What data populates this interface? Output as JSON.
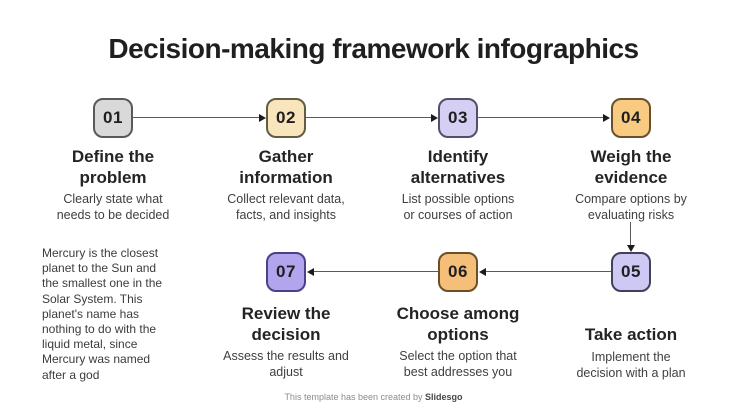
{
  "title": "Decision-making framework infographics",
  "colors": {
    "background": "#ffffff",
    "title_text": "#1f1f1f",
    "heading_text": "#242424",
    "body_text": "#3f3f3f",
    "connector": "#5a5a5a"
  },
  "steps": [
    {
      "number": "01",
      "title": "Define the\nproblem",
      "description": "Clearly state what\nneeds to be decided",
      "fill": "#d9d9d9",
      "border": "#595959"
    },
    {
      "number": "02",
      "title": "Gather\ninformation",
      "description": "Collect relevant data,\nfacts, and insights",
      "fill": "#f9e5bc",
      "border": "#635c45"
    },
    {
      "number": "03",
      "title": "Identify\nalternatives",
      "description": "List possible options\nor courses of action",
      "fill": "#d5cff4",
      "border": "#52506b"
    },
    {
      "number": "04",
      "title": "Weigh the\nevidence",
      "description": "Compare options by\nevaluating risks",
      "fill": "#f9ca81",
      "border": "#68502c"
    },
    {
      "number": "05",
      "title": "Take action",
      "description": "Implement the\ndecision with a plan",
      "fill": "#cdc9f4",
      "border": "#42405c"
    },
    {
      "number": "06",
      "title": "Choose among\noptions",
      "description": "Select the option that\nbest addresses you",
      "fill": "#f6bf79",
      "border": "#6b4f26"
    },
    {
      "number": "07",
      "title": "Review the\ndecision",
      "description": "Assess the results and\nadjust",
      "fill": "#b2a5ee",
      "border": "#4e4086"
    }
  ],
  "note": "Mercury is the closest\nplanet to the Sun and\nthe smallest one in the\nSolar System. This\nplanet's name has\nnothing to do with the\nliquid metal, since\nMercury was named\nafter a god",
  "footer": {
    "text": "This template has been created by ",
    "brand": "Slidesgo"
  }
}
